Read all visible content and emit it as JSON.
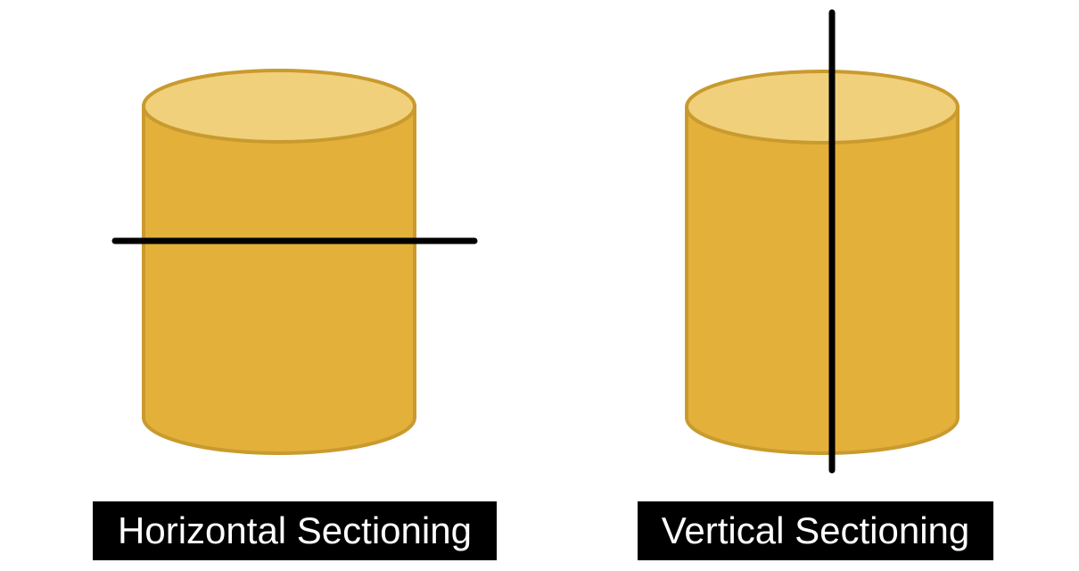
{
  "diagram": {
    "colors": {
      "cylinder_body": "#E3B03A",
      "cylinder_top": "#F0D07A",
      "cylinder_outline": "#C99A2E",
      "cut_line": "#000000",
      "caption_background": "#000000",
      "caption_text": "#FFFFFF"
    },
    "panels": [
      {
        "caption": "Horizontal Sectioning",
        "cut_direction": "horizontal"
      },
      {
        "caption": "Vertical Sectioning",
        "cut_direction": "vertical"
      }
    ]
  }
}
